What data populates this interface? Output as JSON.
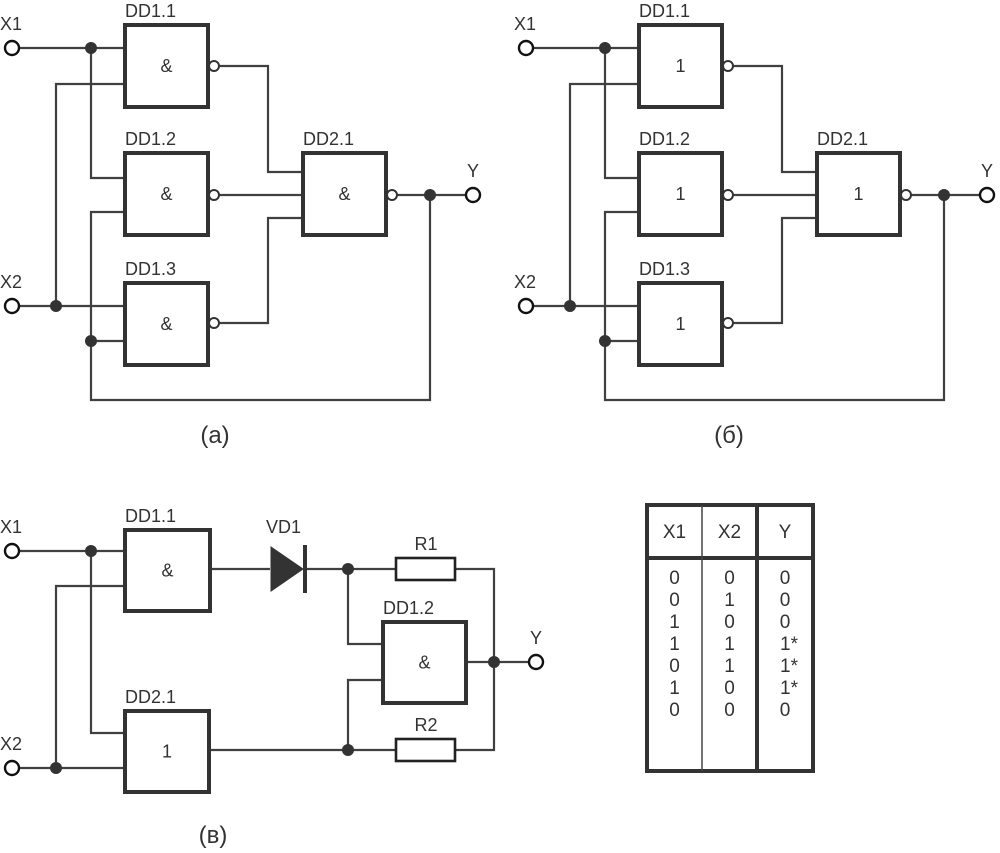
{
  "figure": {
    "panels": {
      "a": {
        "caption": "(a)",
        "inputs": [
          "X1",
          "X2"
        ],
        "output": "Y",
        "gates": [
          {
            "ref": "DD1.1",
            "symbol": "&",
            "inverted": true
          },
          {
            "ref": "DD1.2",
            "symbol": "&",
            "inverted": true
          },
          {
            "ref": "DD1.3",
            "symbol": "&",
            "inverted": true
          },
          {
            "ref": "DD2.1",
            "symbol": "&",
            "inverted": true
          }
        ]
      },
      "b": {
        "caption": "(б)",
        "inputs": [
          "X1",
          "X2"
        ],
        "output": "Y",
        "gates": [
          {
            "ref": "DD1.1",
            "symbol": "1",
            "inverted": true
          },
          {
            "ref": "DD1.2",
            "symbol": "1",
            "inverted": true
          },
          {
            "ref": "DD1.3",
            "symbol": "1",
            "inverted": true
          },
          {
            "ref": "DD2.1",
            "symbol": "1",
            "inverted": true
          }
        ]
      },
      "c": {
        "caption": "(в)",
        "inputs": [
          "X1",
          "X2"
        ],
        "output": "Y",
        "gates": [
          {
            "ref": "DD1.1",
            "symbol": "&",
            "inverted": false
          },
          {
            "ref": "DD2.1",
            "symbol": "1",
            "inverted": false
          },
          {
            "ref": "DD1.2",
            "symbol": "&",
            "inverted": false
          }
        ],
        "diode": "VD1",
        "resistors": [
          "R1",
          "R2"
        ]
      }
    },
    "truth_table": {
      "headers": [
        "X1",
        "X2",
        "Y"
      ],
      "rows": [
        [
          "0",
          "0",
          "0"
        ],
        [
          "0",
          "1",
          "0"
        ],
        [
          "1",
          "0",
          "0"
        ],
        [
          "1",
          "1",
          "1*"
        ],
        [
          "0",
          "1",
          "1*"
        ],
        [
          "1",
          "0",
          "1*"
        ],
        [
          "0",
          "0",
          "0"
        ]
      ]
    }
  }
}
